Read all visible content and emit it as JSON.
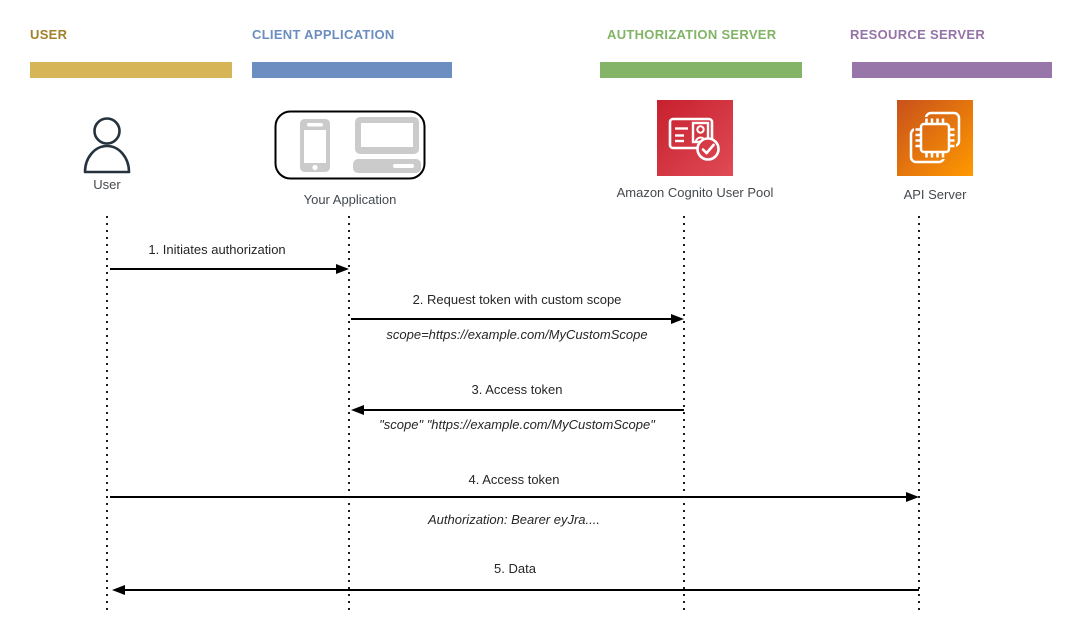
{
  "lanes": [
    {
      "label": "USER",
      "text_color": "#A0822D",
      "bar_color": "#D5B556"
    },
    {
      "label": "CLIENT APPLICATION",
      "text_color": "#6C8EBF",
      "bar_color": "#6D8EC1"
    },
    {
      "label": "AUTHORIZATION SERVER",
      "text_color": "#82B366",
      "bar_color": "#84B468"
    },
    {
      "label": "RESOURCE SERVER",
      "text_color": "#9673A6",
      "bar_color": "#9876A9"
    }
  ],
  "actors": [
    {
      "label": "User",
      "icon": "person-outline-icon"
    },
    {
      "label": "Your Application",
      "icon": "mobile-and-desktop-devices-icon"
    },
    {
      "label": "Amazon Cognito User Pool",
      "icon": "amazon-cognito-id-card-check-icon",
      "gradient": [
        "#C7202E",
        "#DF4B55"
      ]
    },
    {
      "label": "API Server",
      "icon": "api-chip-icon",
      "gradient": [
        "#C8511B",
        "#FF9900"
      ]
    }
  ],
  "messages": [
    {
      "label": "1. Initiates authorization",
      "sub": ""
    },
    {
      "label": "2. Request token with custom scope",
      "sub": "scope=https://example.com/MyCustomScope"
    },
    {
      "label": "3. Access token",
      "sub": "\"scope\" \"https://example.com/MyCustomScope\""
    },
    {
      "label": "4. Access token",
      "sub": "Authorization: Bearer eyJra...."
    },
    {
      "label": "5. Data",
      "sub": ""
    }
  ],
  "colors": {
    "arrow": "#000000",
    "user_icon_stroke": "#26323E",
    "device_gray": "#CBCBCB"
  }
}
